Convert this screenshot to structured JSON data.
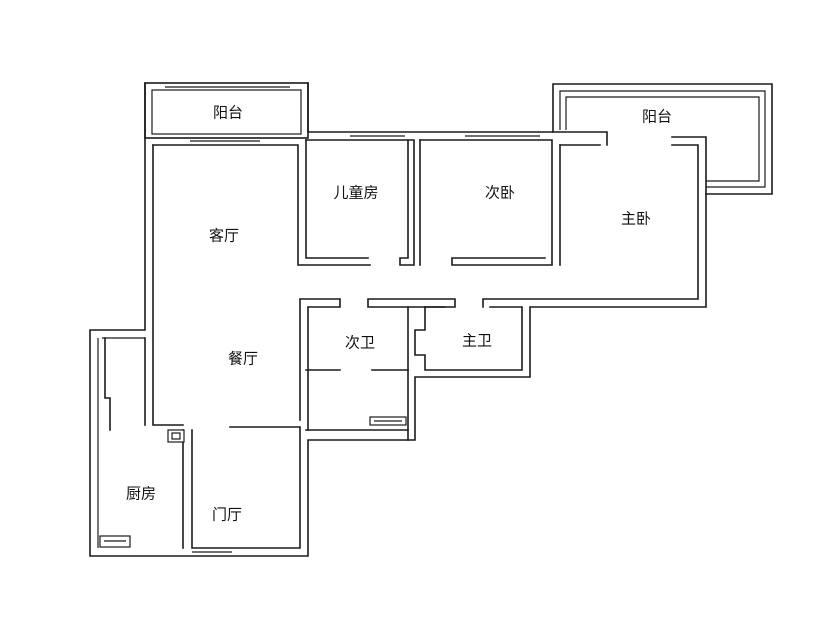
{
  "rooms": {
    "balcony_left": "阳台",
    "balcony_right": "阳台",
    "kids_room": "儿童房",
    "second_bedroom": "次卧",
    "master_bedroom": "主卧",
    "living_room": "客厅",
    "dining_room": "餐厅",
    "second_bath": "次卫",
    "master_bath": "主卫",
    "kitchen": "厨房",
    "foyer": "门厅"
  }
}
